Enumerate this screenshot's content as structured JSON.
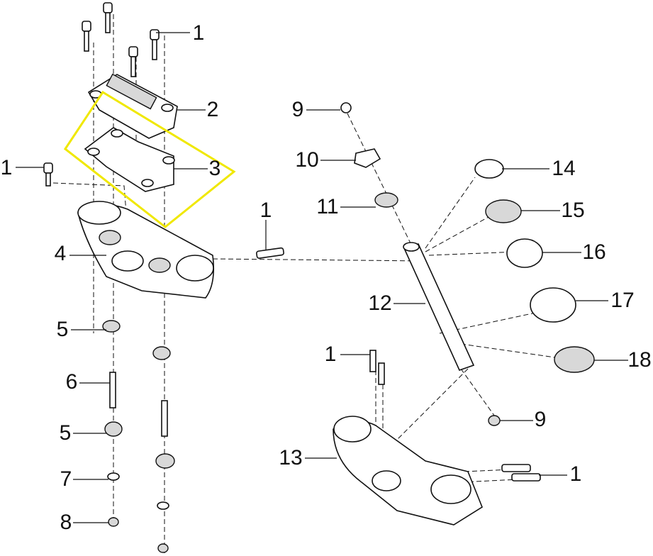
{
  "diagram": {
    "title": "Steering stem / triple clamp exploded view",
    "highlight_color": "#f0e800",
    "callouts": [
      "1",
      "2",
      "3",
      "1",
      "1",
      "4",
      "5",
      "6",
      "5",
      "7",
      "8",
      "9",
      "10",
      "11",
      "12",
      "13",
      "14",
      "15",
      "16",
      "17",
      "18",
      "1",
      "9",
      "1"
    ]
  }
}
